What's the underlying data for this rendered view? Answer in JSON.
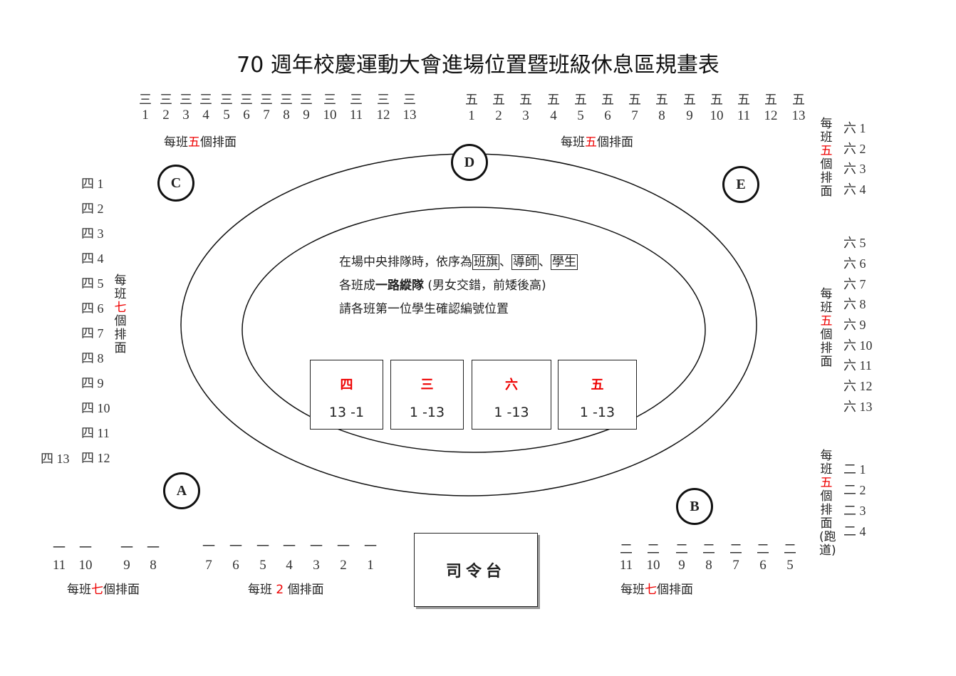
{
  "title": "70 週年校慶運動大會進場位置暨班級休息區規畫表",
  "zones": [
    "A",
    "B",
    "C",
    "D",
    "E"
  ],
  "grade3": {
    "char": "三",
    "classes": [
      "1",
      "2",
      "3",
      "4",
      "5",
      "6",
      "7",
      "8",
      "9",
      "10",
      "11",
      "12",
      "13"
    ],
    "label_pre": "每班",
    "label_num": "五",
    "label_post": "個排面"
  },
  "grade5": {
    "char": "五",
    "classes": [
      "1",
      "2",
      "3",
      "4",
      "5",
      "6",
      "7",
      "8",
      "9",
      "10",
      "11",
      "12",
      "13"
    ],
    "label_pre": "每班",
    "label_num": "五",
    "label_post": "個排面"
  },
  "grade4": {
    "items": [
      "四 1",
      "四 2",
      "四 3",
      "四 4",
      "四 5",
      "四 6",
      "四 7",
      "四 8",
      "四 9",
      "四 10",
      "四 11",
      "四 12",
      "四 13"
    ],
    "label_pre": "每班",
    "label_num": "七",
    "label_post": "個排面"
  },
  "grade6": {
    "items": [
      "六 1",
      "六 2",
      "六 3",
      "六 4",
      "六 5",
      "六 6",
      "六 7",
      "六 8",
      "六 9",
      "六 10",
      "六 11",
      "六 12",
      "六 13"
    ],
    "label_a_pre": "每班",
    "label_a_num": "五",
    "label_a_post": "個排面",
    "label_b_pre": "每班",
    "label_b_num": "五",
    "label_b_post": "個排面"
  },
  "grade2_side": {
    "items": [
      "二 1",
      "二 2",
      "二 3",
      "二 4"
    ],
    "label_pre": "每班",
    "label_num": "五",
    "label_post": "個排面(跑道)"
  },
  "grade1": {
    "char": "一",
    "classes_a": [
      "11",
      "10",
      "9",
      "8"
    ],
    "classes_b": [
      "7",
      "6",
      "5",
      "4",
      "3",
      "2",
      "1"
    ],
    "label_a_pre": "每班",
    "label_a_num": "七",
    "label_a_post": "個排面",
    "label_b_pre": "每班",
    "label_b_num": " 2 ",
    "label_b_post": "個排面"
  },
  "grade2_bottom": {
    "char": "二",
    "classes": [
      "11",
      "10",
      "9",
      "8",
      "7",
      "6",
      "5"
    ],
    "label_pre": "每班",
    "label_num": "七",
    "label_post": "個排面"
  },
  "info": {
    "line1_pre": "在場中央排隊時，依序為",
    "box1": "班旗",
    "sep1": "、",
    "box2": "導師",
    "sep2": "、",
    "box3": "學生",
    "line2_pre": "各班成",
    "line2_bold": "一路縱隊",
    "line2_post": " (男女交錯，前矮後高)",
    "line3": "請各班第一位學生確認編號位置"
  },
  "center_boxes": [
    {
      "grade": "四",
      "range": "13 -1"
    },
    {
      "grade": "三",
      "range": "1 -13"
    },
    {
      "grade": "六",
      "range": "1 -13"
    },
    {
      "grade": "五",
      "range": "1 -13"
    }
  ],
  "stage": "司令台"
}
